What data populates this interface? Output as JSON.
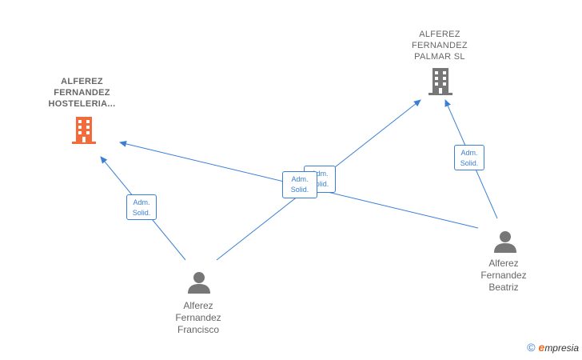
{
  "companies": [
    {
      "name": "ALFEREZ FERNANDEZ HOSTELERIA...",
      "lines": [
        "ALFEREZ",
        "FERNANDEZ",
        "HOSTELERIA..."
      ],
      "icon": "building-icon",
      "color": "#f26b3a"
    },
    {
      "name": "ALFEREZ FERNANDEZ PALMAR SL",
      "lines": [
        "ALFEREZ",
        "FERNANDEZ",
        "PALMAR  SL"
      ],
      "icon": "building-icon",
      "color": "#777777"
    }
  ],
  "people": [
    {
      "name": "Alferez Fernandez Francisco",
      "lines": [
        "Alferez",
        "Fernandez",
        "Francisco"
      ],
      "icon": "person-icon"
    },
    {
      "name": "Alferez Fernandez Beatriz",
      "lines": [
        "Alferez",
        "Fernandez",
        "Beatriz"
      ],
      "icon": "person-icon"
    }
  ],
  "relations": [
    {
      "from": "Alferez Fernandez Francisco",
      "to": "ALFEREZ FERNANDEZ HOSTELERIA...",
      "label": [
        "Adm.",
        "Solid."
      ]
    },
    {
      "from": "Alferez Fernandez Francisco",
      "to": "ALFEREZ FERNANDEZ PALMAR SL",
      "label": [
        "Adm.",
        "Solid."
      ]
    },
    {
      "from": "Alferez Fernandez Beatriz",
      "to": "ALFEREZ FERNANDEZ HOSTELERIA...",
      "label": [
        "Adm.",
        "Solid."
      ]
    },
    {
      "from": "Alferez Fernandez Beatriz",
      "to": "ALFEREZ FERNANDEZ PALMAR SL",
      "label": [
        "Adm.",
        "Solid."
      ]
    }
  ],
  "footer": {
    "copyright": "©",
    "brand_initial": "e",
    "brand_rest": "mpresia"
  },
  "colors": {
    "edge": "#3a7fd5",
    "company_primary": "#f26b3a",
    "company_secondary": "#777777",
    "person": "#777777"
  }
}
